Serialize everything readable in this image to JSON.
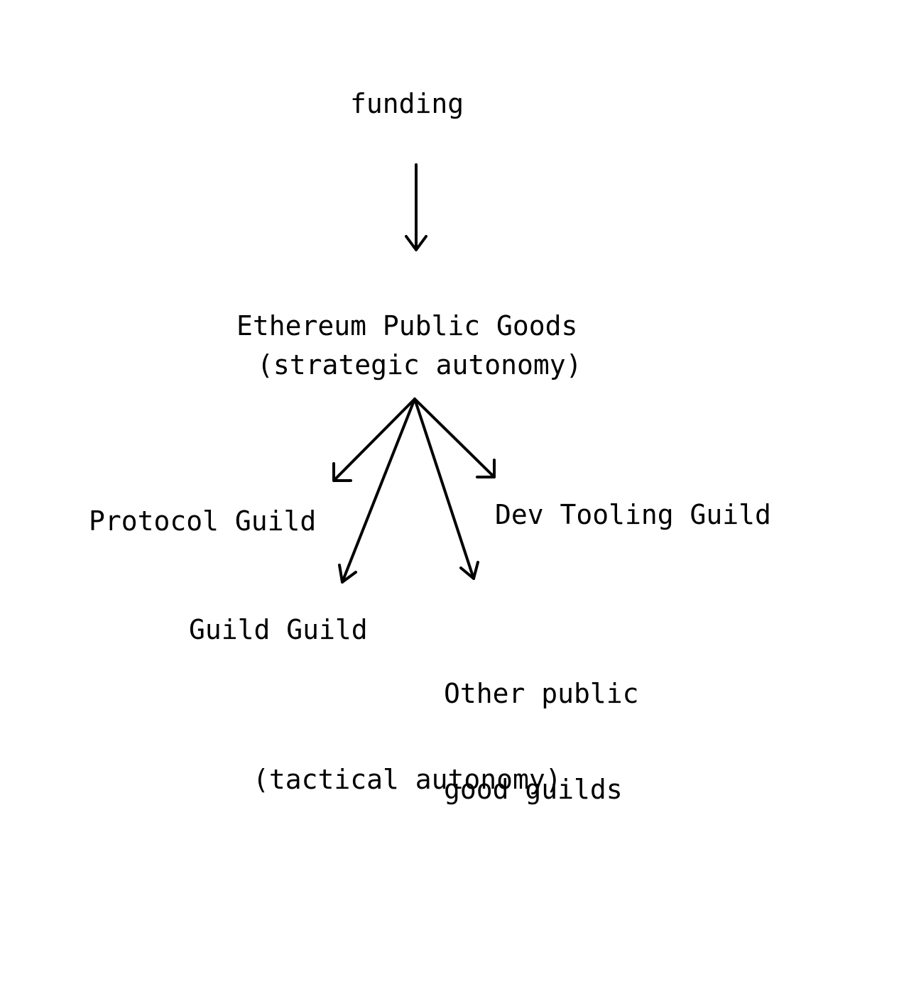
{
  "colors": {
    "background": "#ffffff",
    "ink": "#000000"
  },
  "diagram": {
    "nodes": {
      "funding": {
        "label": "funding"
      },
      "epg": {
        "label": "Ethereum Public Goods",
        "sublabel": "(strategic autonomy)"
      },
      "protocol_guild": {
        "label": "Protocol Guild"
      },
      "dev_tooling_guild": {
        "label": "Dev Tooling Guild"
      },
      "guild_guild": {
        "label": "Guild Guild"
      },
      "other_guilds": {
        "lines": [
          "Other public",
          "good guilds"
        ]
      },
      "tactical_note": {
        "label": "(tactical autonomy)"
      }
    },
    "edges": [
      {
        "from": "funding",
        "to": "epg"
      },
      {
        "from": "epg",
        "to": "protocol_guild"
      },
      {
        "from": "epg",
        "to": "dev_tooling_guild"
      },
      {
        "from": "epg",
        "to": "guild_guild"
      },
      {
        "from": "epg",
        "to": "other_guilds"
      }
    ]
  }
}
